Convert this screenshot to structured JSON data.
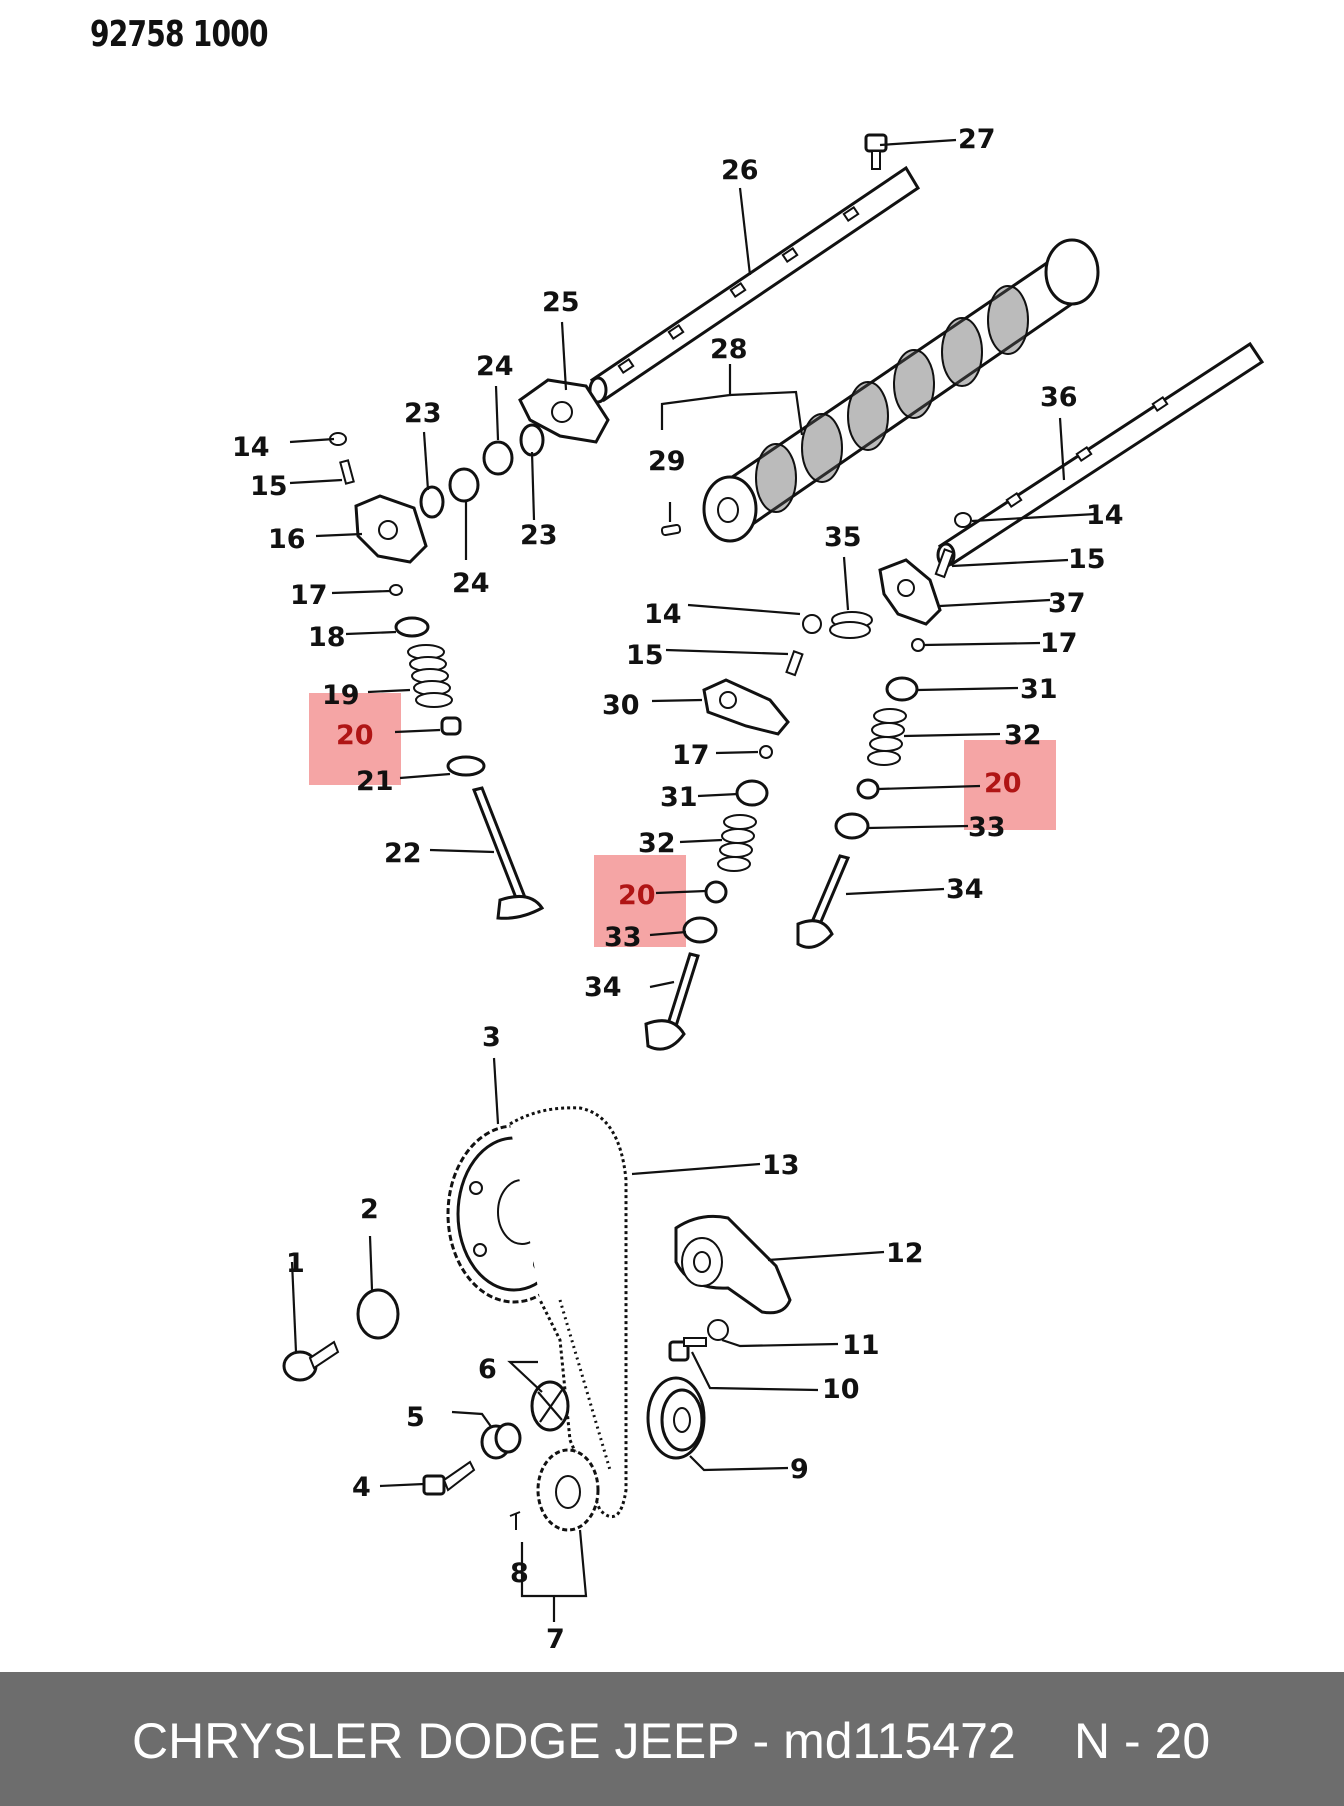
{
  "document": {
    "code": "92758 1000"
  },
  "highlight_color": "#f28f8f",
  "highlighted_callout": "20",
  "callouts": {
    "c1": "1",
    "c2": "2",
    "c3": "3",
    "c4": "4",
    "c5": "5",
    "c6": "6",
    "c7": "7",
    "c8": "8",
    "c9": "9",
    "c10": "10",
    "c11": "11",
    "c12": "12",
    "c13": "13",
    "c14a": "14",
    "c14b": "14",
    "c14c": "14",
    "c15a": "15",
    "c15b": "15",
    "c15c": "15",
    "c16": "16",
    "c17a": "17",
    "c17b": "17",
    "c17c": "17",
    "c18": "18",
    "c19": "19",
    "c20a": "20",
    "c20b": "20",
    "c20c": "20",
    "c21": "21",
    "c22": "22",
    "c23a": "23",
    "c23b": "23",
    "c24a": "24",
    "c24b": "24",
    "c25": "25",
    "c26": "26",
    "c27": "27",
    "c28": "28",
    "c29": "29",
    "c30": "30",
    "c31a": "31",
    "c31b": "31",
    "c32a": "32",
    "c32b": "32",
    "c33a": "33",
    "c33b": "33",
    "c34a": "34",
    "c34b": "34",
    "c35": "35",
    "c36": "36",
    "c37": "37"
  },
  "footer": {
    "part_text": "CHRYSLER DODGE JEEP - md115472",
    "page_text": "N - 20"
  }
}
